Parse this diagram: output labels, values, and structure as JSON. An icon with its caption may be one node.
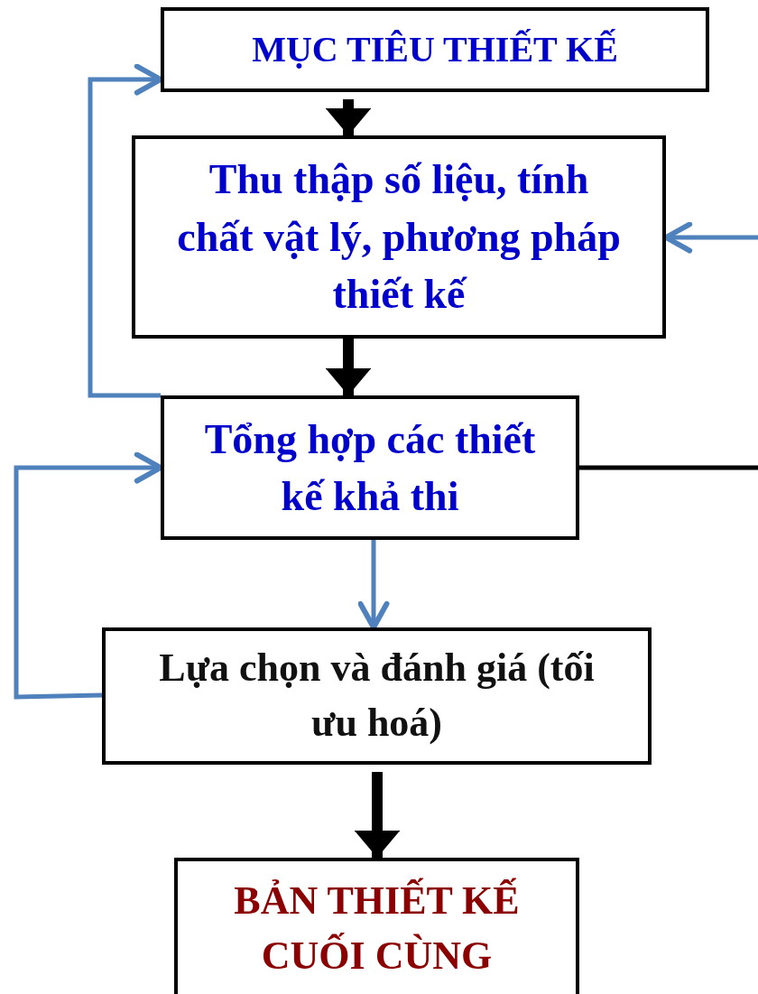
{
  "diagram": {
    "nodes": [
      {
        "text": [
          "MỤC TIÊU THIẾT KẾ"
        ]
      },
      {
        "text": [
          "Thu thập số liệu, tính chất vật lý, phương pháp thiết kế"
        ]
      },
      {
        "text": [
          "Tổng hợp các thiết kế khả thi"
        ]
      },
      {
        "text": [
          "Lựa chọn và đánh giá (tối ưu hoá)"
        ]
      },
      {
        "text": [
          "BẢN THIẾT KẾ CUỐI CÙNG"
        ]
      }
    ],
    "edges": [
      {
        "from": 0,
        "to": 1,
        "arrow": "to",
        "style": "thick"
      },
      {
        "from": 1,
        "to": 2,
        "arrow": "to",
        "style": "thick"
      },
      {
        "from": 2,
        "to": 0,
        "arrow": "to",
        "color": "#4f81bd"
      },
      {
        "from": 2,
        "to": 3,
        "arrow": "to",
        "color": "#4f81bd"
      },
      {
        "from": 3,
        "to": 2,
        "arrow": "to",
        "color": "#4f81bd"
      },
      {
        "from": 2,
        "to": null,
        "arrow": "none"
      },
      {
        "from": null,
        "to": 1,
        "arrow": "to",
        "color": "#4f81bd"
      },
      {
        "from": 3,
        "to": 4,
        "arrow": "to",
        "style": "thick"
      }
    ]
  }
}
